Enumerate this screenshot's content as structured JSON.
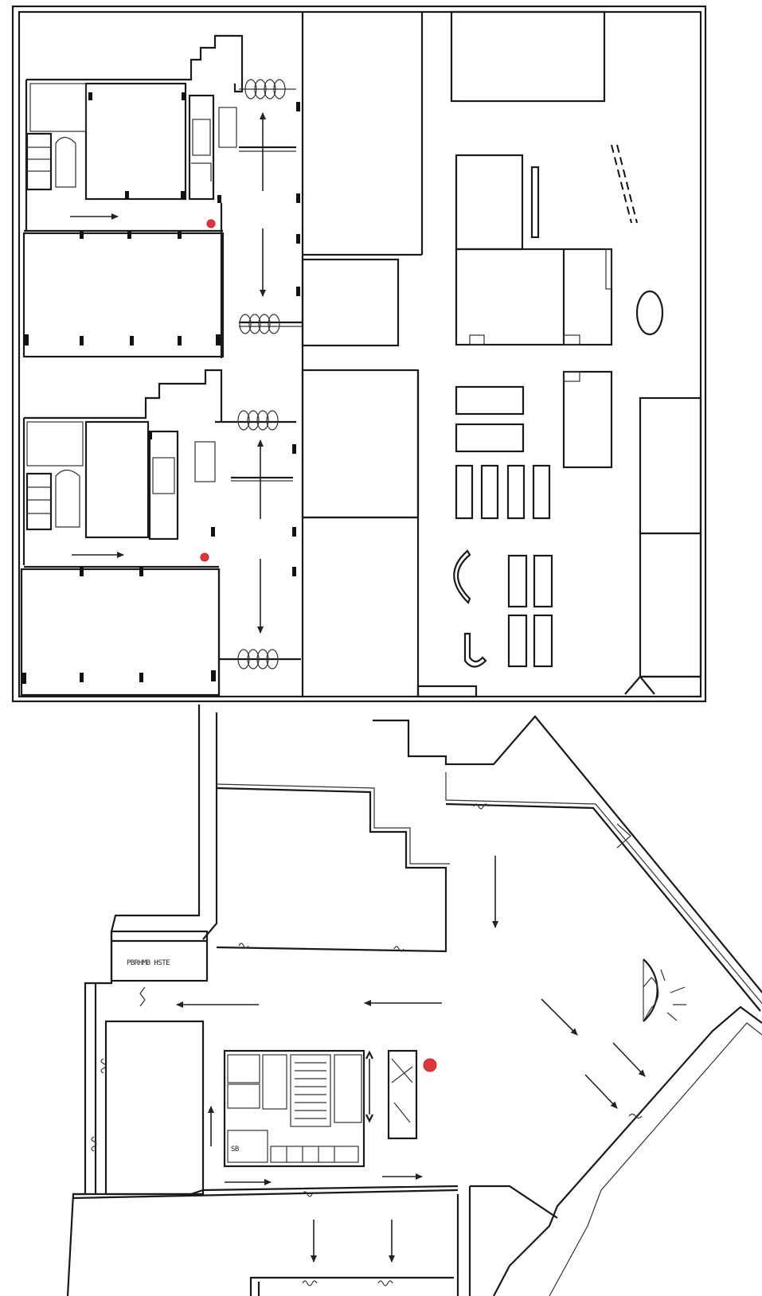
{
  "plan": {
    "labels": {
      "lower_room_label": "PBRHMB HSTE",
      "small_label": "SB"
    },
    "markers": [
      {
        "id": "marker-upper-1"
      },
      {
        "id": "marker-upper-2"
      },
      {
        "id": "marker-lower"
      }
    ],
    "colors": {
      "wall": "#1a1a1a",
      "marker": "#e0363a",
      "background": "#ffffff"
    }
  }
}
